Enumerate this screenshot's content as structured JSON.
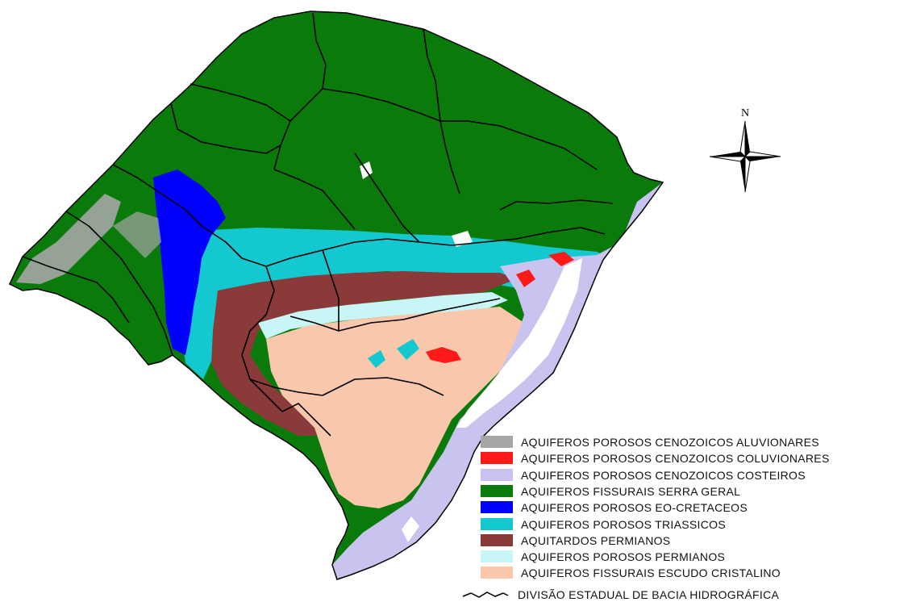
{
  "compass": {
    "label": "N"
  },
  "legend": {
    "items": [
      {
        "label": "AQUIFEROS POROSOS CENOZOICOS ALUVIONARES",
        "color": "#a6a6a6"
      },
      {
        "label": "AQUIFEROS POROSOS CENOZOICOS COLUVIONARES",
        "color": "#ff1a1a"
      },
      {
        "label": "AQUIFEROS POROSOS CENOZOICOS COSTEIROS",
        "color": "#c9c4ef"
      },
      {
        "label": "AQUIFEROS FISSURAIS SERRA GERAL",
        "color": "#0a7a0a"
      },
      {
        "label": "AQUIFEROS POROSOS EO-CRETACEOS",
        "color": "#0000ff"
      },
      {
        "label": "AQUIFEROS POROSOS TRIASSICOS",
        "color": "#13c9cf"
      },
      {
        "label": "AQUITARDOS PERMIANOS",
        "color": "#8b3a3a"
      },
      {
        "label": "AQUIFEROS POROSOS PERMIANOS",
        "color": "#c8f6f6"
      },
      {
        "label": "AQUIFEROS FISSURAIS ESCUDO CRISTALINO",
        "color": "#f8c7ac"
      }
    ],
    "divider_label": "DIVISÃO ESTADUAL DE BACIA HIDROGRÁFICA"
  }
}
